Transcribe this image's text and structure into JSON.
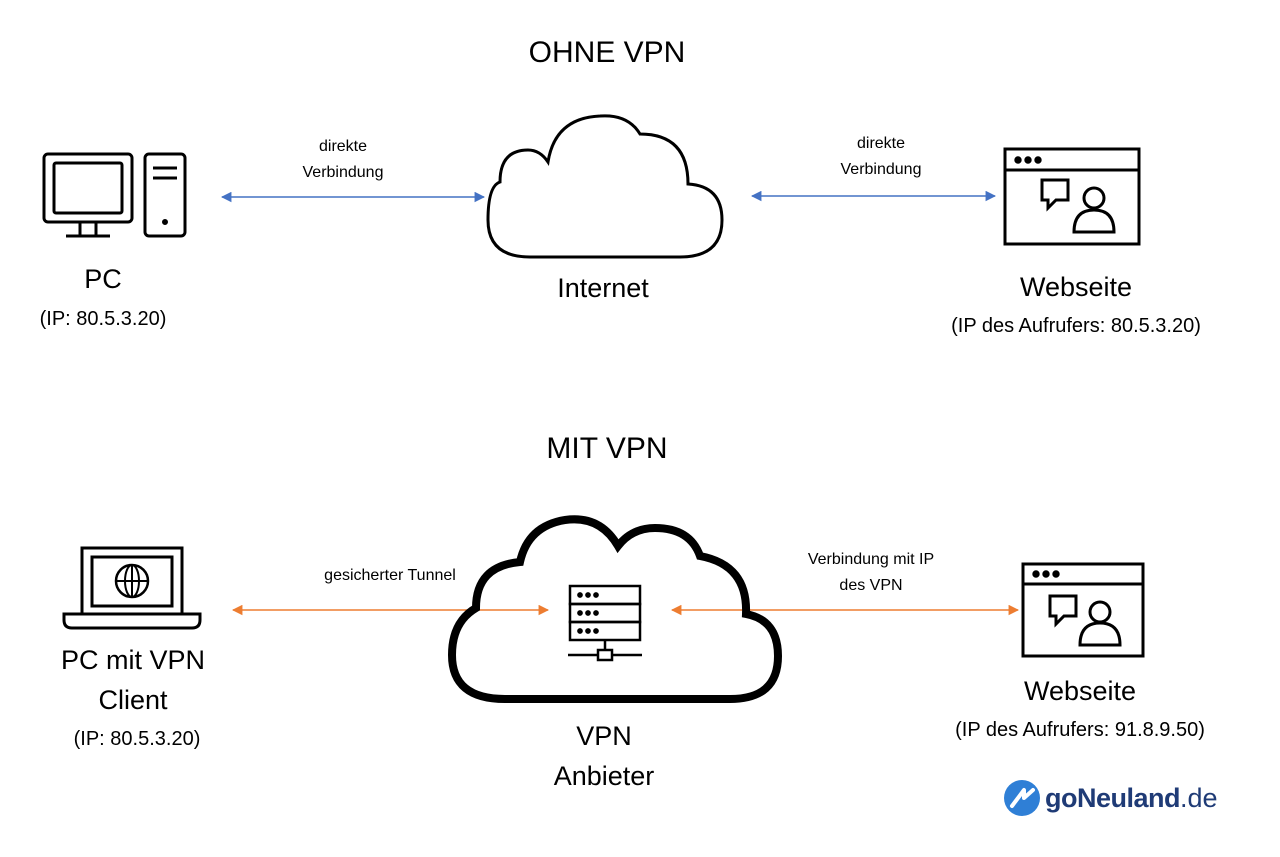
{
  "top": {
    "title": "OHNE VPN",
    "pc_label": "PC",
    "pc_ip": "(IP: 80.5.3.20)",
    "link_left": [
      "direkte",
      "Verbindung"
    ],
    "cloud_label": "Internet",
    "link_right": [
      "direkte",
      "Verbindung"
    ],
    "site_label": "Webseite",
    "site_ip": "(IP des Aufrufers: 80.5.3.20)",
    "arrow_color": "#4472c4"
  },
  "bottom": {
    "title": "MIT VPN",
    "pc_label": [
      "PC mit VPN",
      "Client"
    ],
    "pc_ip": "(IP: 80.5.3.20)",
    "link_left": "gesicherter Tunnel",
    "cloud_label": [
      "VPN",
      "Anbieter"
    ],
    "link_right": [
      "Verbindung mit IP",
      "des VPN"
    ],
    "site_label": "Webseite",
    "site_ip": "(IP des Aufrufers: 91.8.9.50)",
    "arrow_color": "#ed7d31"
  },
  "logo": {
    "part_a": "goNeuland",
    "part_b": ".de",
    "color": "#1f3b76",
    "accent": "#2f7fd6"
  }
}
